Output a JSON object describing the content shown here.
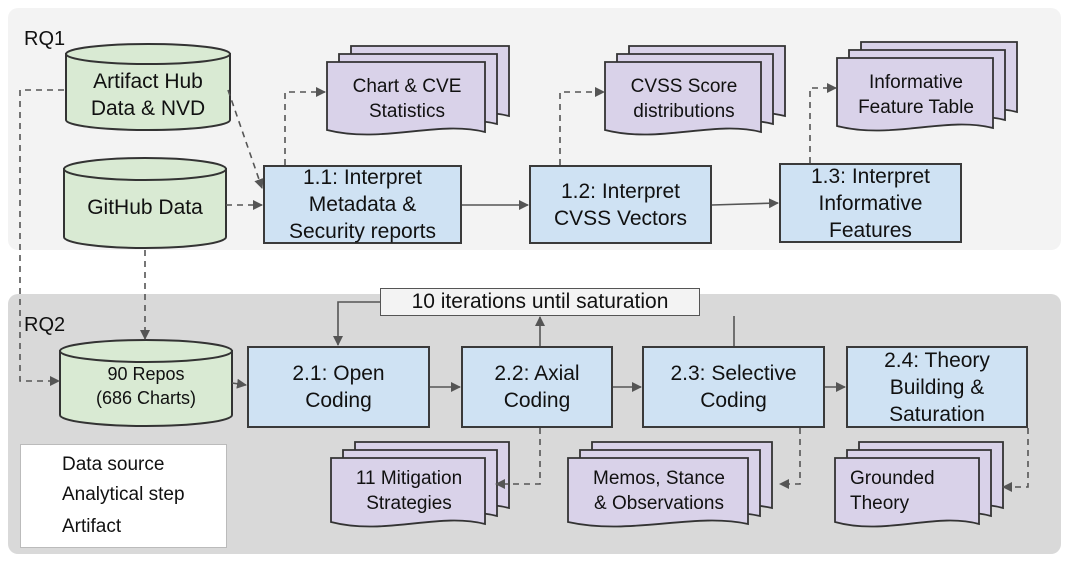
{
  "panels": {
    "rq1": "RQ1",
    "rq2": "RQ2"
  },
  "sources": {
    "artifact_hub": "Artifact Hub\nData & NVD",
    "github": "GitHub Data",
    "repos": "90 Repos\n(686 Charts)"
  },
  "steps": {
    "s1_1": "1.1: Interpret\nMetadata &\nSecurity reports",
    "s1_2": "1.2: Interpret\nCVSS Vectors",
    "s1_3": "1.3: Interpret\nInformative\nFeatures",
    "s2_1": "2.1: Open\nCoding",
    "s2_2": "2.2: Axial\nCoding",
    "s2_3": "2.3: Selective\nCoding",
    "s2_4": "2.4: Theory\nBuilding &\nSaturation"
  },
  "iterations": "10 iterations until saturation",
  "artifacts": {
    "chart_cve": "Chart & CVE\nStatistics",
    "cvss_dist": "CVSS Score\ndistributions",
    "feature_table": "Informative\nFeature Table",
    "mitigation": "11 Mitigation\nStrategies",
    "memos": "Memos, Stance\n& Observations",
    "theory": "Grounded\nTheory"
  },
  "legend": {
    "data_source": "Data source",
    "analytical_step": "Analytical step",
    "artifact": "Artifact"
  },
  "colors": {
    "data_source": "#d9ead3",
    "analytical_step": "#cfe2f3",
    "artifact": "#d9d2e9"
  }
}
